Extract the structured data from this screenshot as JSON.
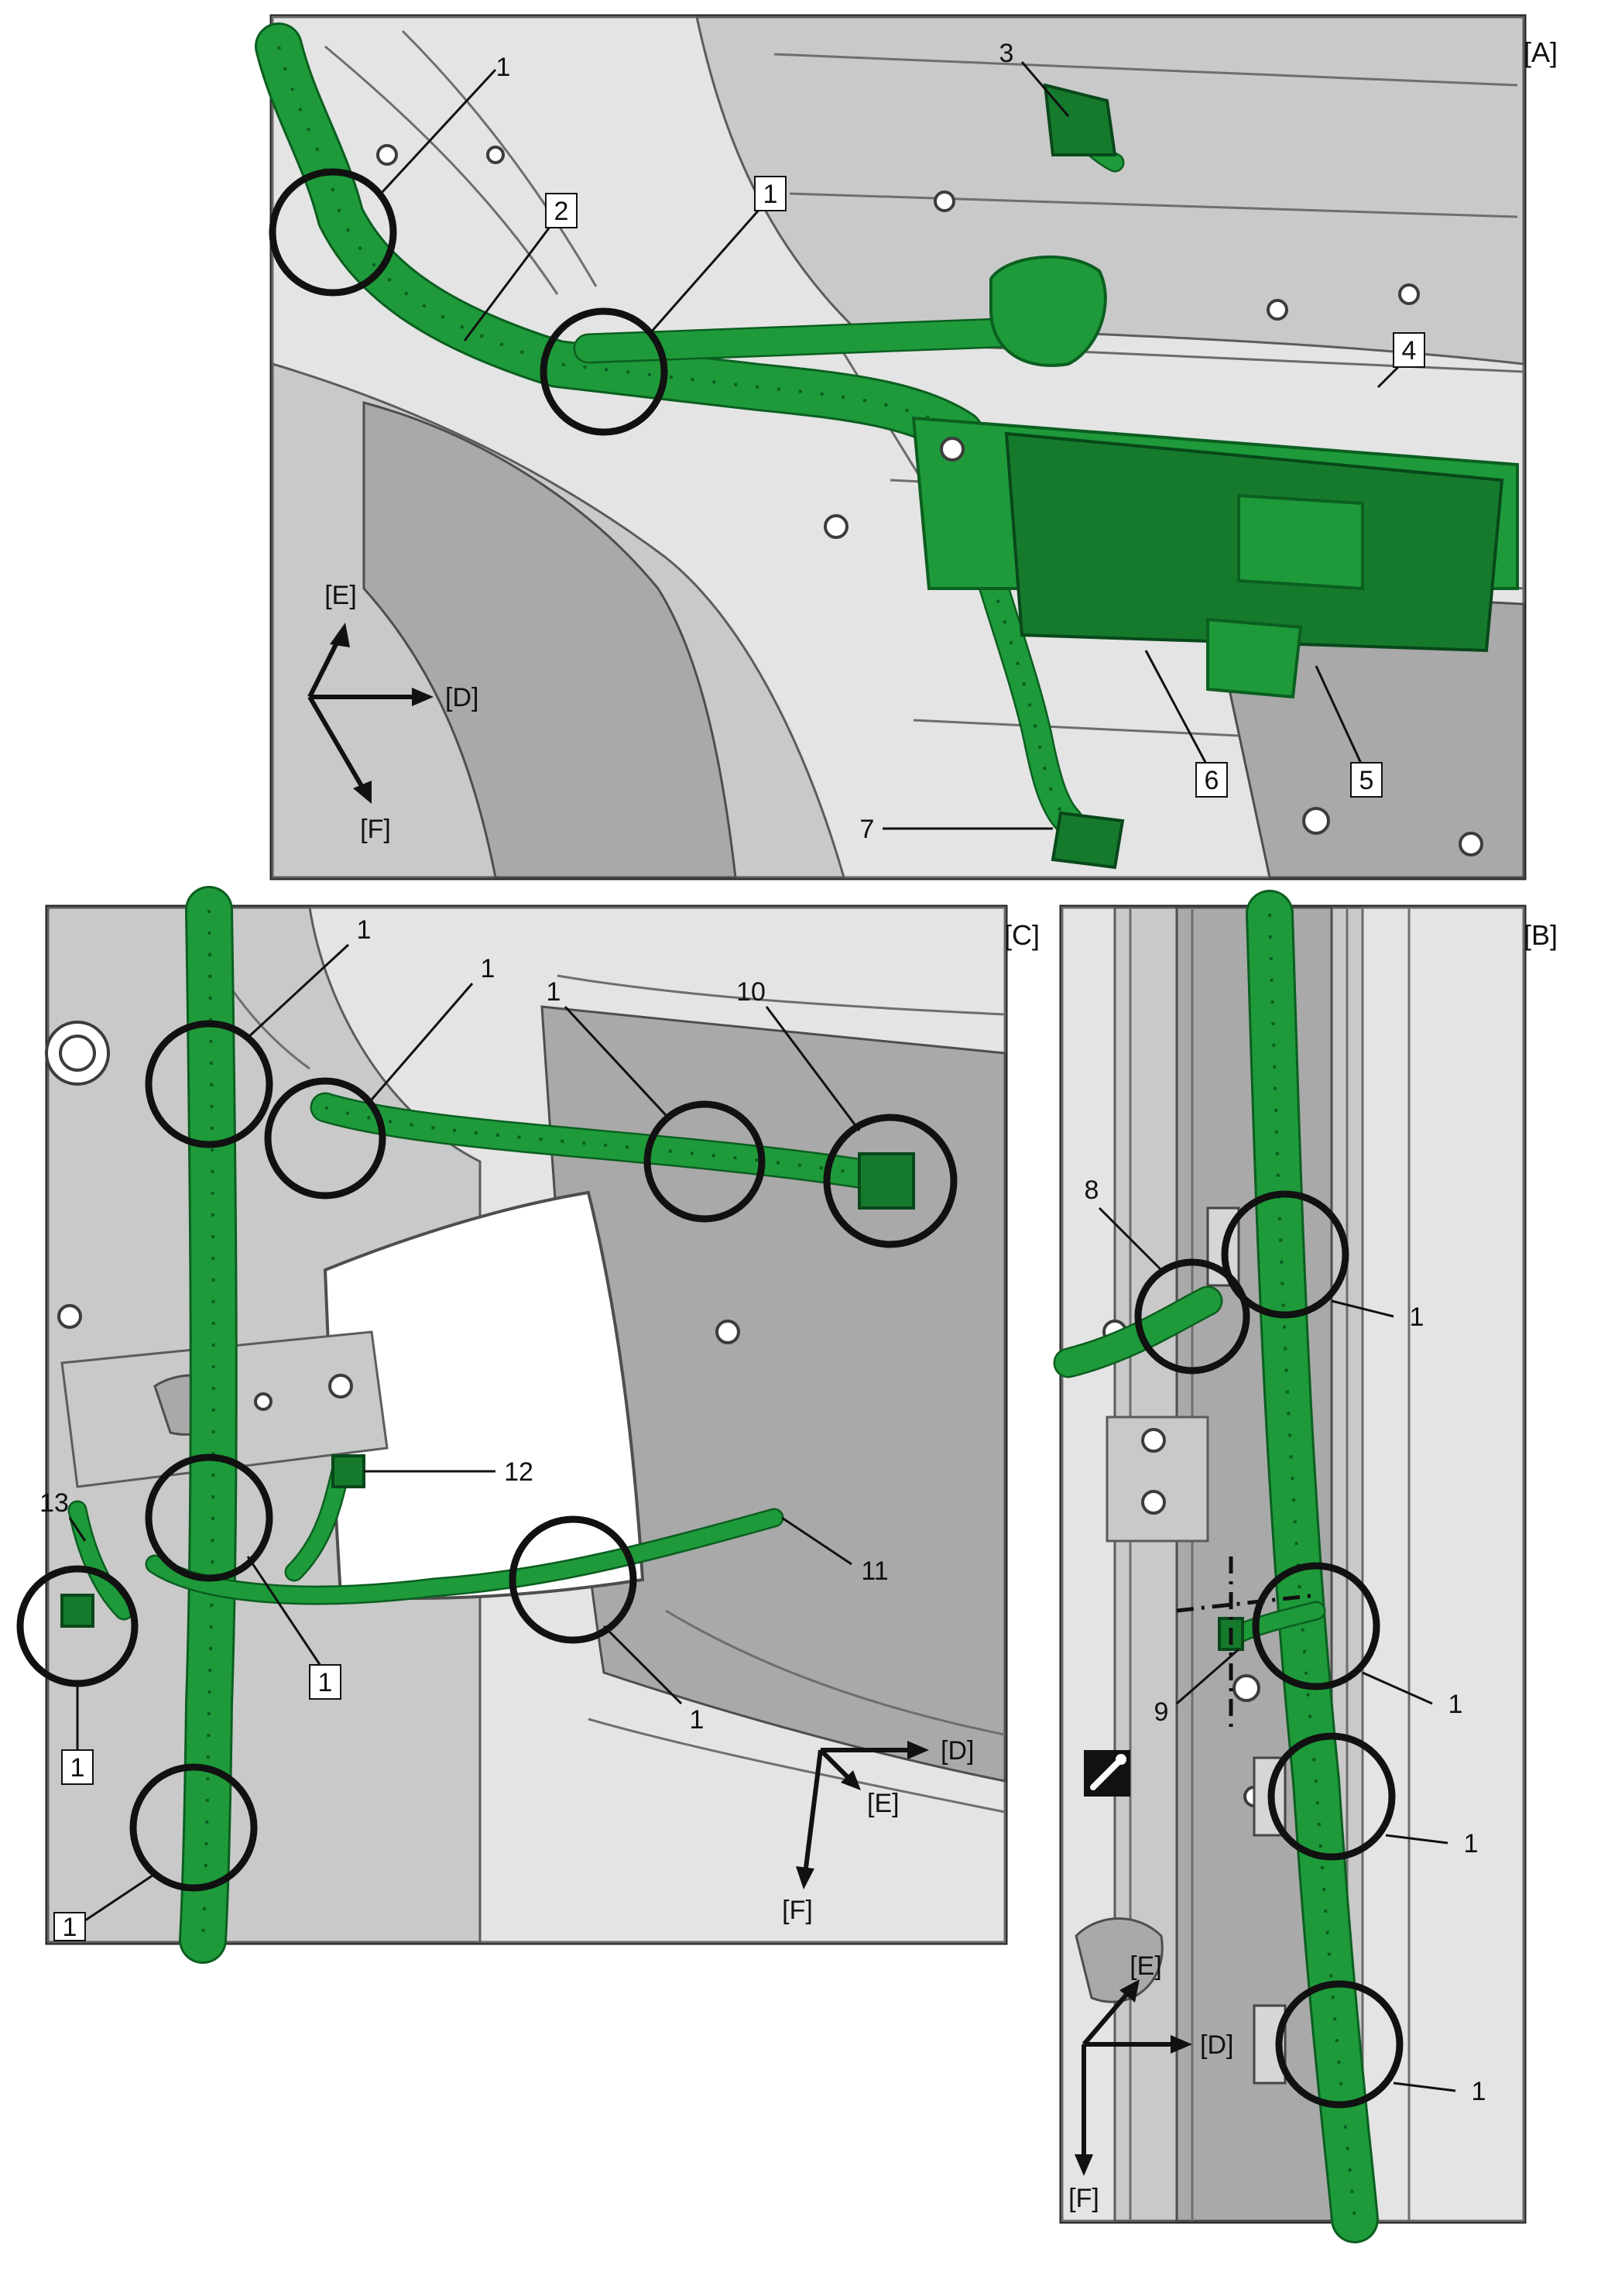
{
  "panels": {
    "a": {
      "label": "[A]"
    },
    "b": {
      "label": "[B]"
    },
    "c": {
      "label": "[C]"
    }
  },
  "axes": {
    "d": "[D]",
    "e": "[E]",
    "f": "[F]"
  },
  "callouts": {
    "n1": "1",
    "n2": "2",
    "n3": "3",
    "n4": "4",
    "n5": "5",
    "n6": "6",
    "n7": "7",
    "n8": "8",
    "n9": "9",
    "n10": "10",
    "n11": "11",
    "n12": "12",
    "n13": "13"
  },
  "colors": {
    "harness": "#1e9a3a",
    "harness_edge": "#0b5f20",
    "body": "#c9c9c9",
    "callout": "#111111"
  },
  "icons": {
    "panel_b_symbol": "screwdriver-icon"
  }
}
